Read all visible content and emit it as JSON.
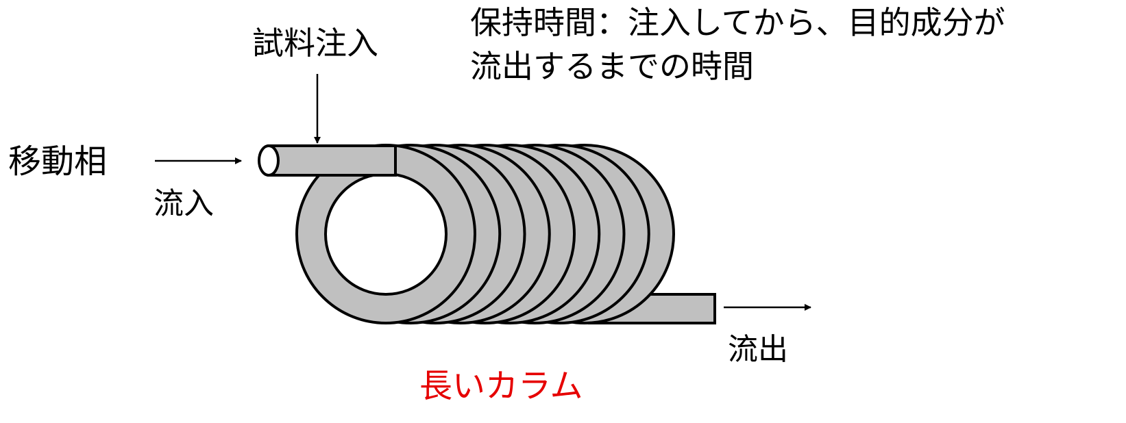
{
  "labels": {
    "mobile_phase": "移動相",
    "inflow": "流入",
    "sample_injection": "試料注入",
    "outflow": "流出",
    "retention_line1": "保持時間：注入してから、目的成分が",
    "retention_line2": "流出するまでの時間",
    "long_column": "長いカラム"
  },
  "colors": {
    "tube_fill": "#c0c0c0",
    "stroke": "#000000",
    "column_label": "#e60000",
    "text": "#000000"
  },
  "coil": {
    "turn_count": 9
  }
}
